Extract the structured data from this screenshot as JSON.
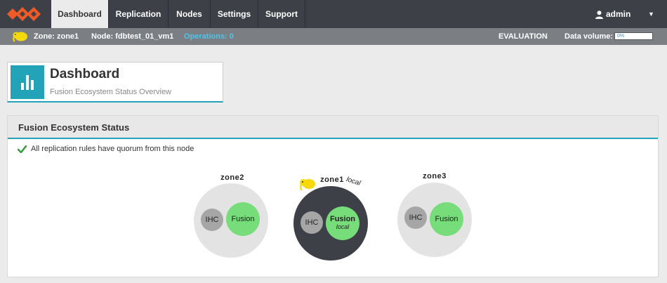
{
  "nav": {
    "items": [
      {
        "label": "Dashboard",
        "active": true
      },
      {
        "label": "Replication",
        "active": false
      },
      {
        "label": "Nodes",
        "active": false
      },
      {
        "label": "Settings",
        "active": false
      },
      {
        "label": "Support",
        "active": false
      }
    ],
    "user": "admin",
    "logo_icon": "wandisco-logo-icon",
    "user_icon": "user-icon",
    "caret_icon": "caret-down-icon"
  },
  "status": {
    "zone": "Zone: zone1",
    "node": "Node: fdbtest_01_vm1",
    "operations": "Operations: 0",
    "evaluation": "EVALUATION",
    "data_volume_label": "Data volume:",
    "data_volume_value": "0%"
  },
  "dashboard": {
    "title": "Dashboard",
    "subtitle": "Fusion Ecosystem Status Overview",
    "icon": "bar-chart-icon"
  },
  "ecosystem": {
    "title": "Fusion Ecosystem Status",
    "quorum_message": "All replication rules have quorum from this node",
    "zones": [
      {
        "name": "zone2",
        "ihc": "IHC",
        "fusion": "Fusion",
        "local": false
      },
      {
        "name": "zone1",
        "ihc": "IHC",
        "fusion": "Fusion",
        "local": true,
        "local_label": "local",
        "fusion_local_label": "local"
      },
      {
        "name": "zone3",
        "ihc": "IHC",
        "fusion": "Fusion",
        "local": false
      }
    ]
  },
  "colors": {
    "nav_bg": "#3d4147",
    "accent": "#22a3b8",
    "fusion_green": "#77dc7a",
    "ihc_gray": "#a6a6a6",
    "zone_light": "#e3e3e3",
    "zone_local": "#3d4147",
    "logo_orange": "#ef5a27",
    "operations_blue": "#4fc3e8"
  }
}
